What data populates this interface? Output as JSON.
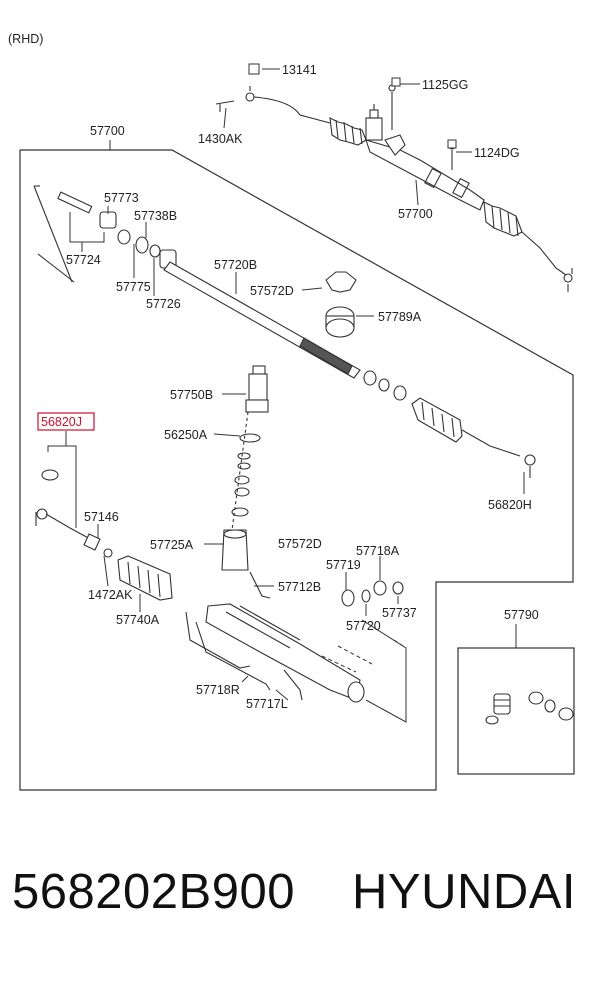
{
  "diagram": {
    "variant": "(RHD)",
    "labels": {
      "l13141": "13141",
      "l1125GG": "1125GG",
      "l1430AK": "1430AK",
      "l1124DG": "1124DG",
      "l57700_assembly": "57700",
      "l57700_box": "57700",
      "l57773": "57773",
      "l57738B": "57738B",
      "l57724": "57724",
      "l57775": "57775",
      "l57726": "57726",
      "l57720B": "57720B",
      "l57572D_upper": "57572D",
      "l57789A": "57789A",
      "l57750B": "57750B",
      "l56250A": "56250A",
      "l56820J": "56820J",
      "l56820H": "56820H",
      "l57146": "57146",
      "l57725A": "57725A",
      "l57572D_lower": "57572D",
      "l57718A": "57718A",
      "l57719": "57719",
      "l1472AK": "1472AK",
      "l57712B": "57712B",
      "l57740A": "57740A",
      "l57720": "57720",
      "l57737": "57737",
      "l57790": "57790",
      "l57718R": "57718R",
      "l57717L": "57717L"
    },
    "highlighted_part": "56820J",
    "highlight_color": "#c8102e"
  },
  "footer": {
    "part_number": "568202B900",
    "brand": "HYUNDAI"
  }
}
